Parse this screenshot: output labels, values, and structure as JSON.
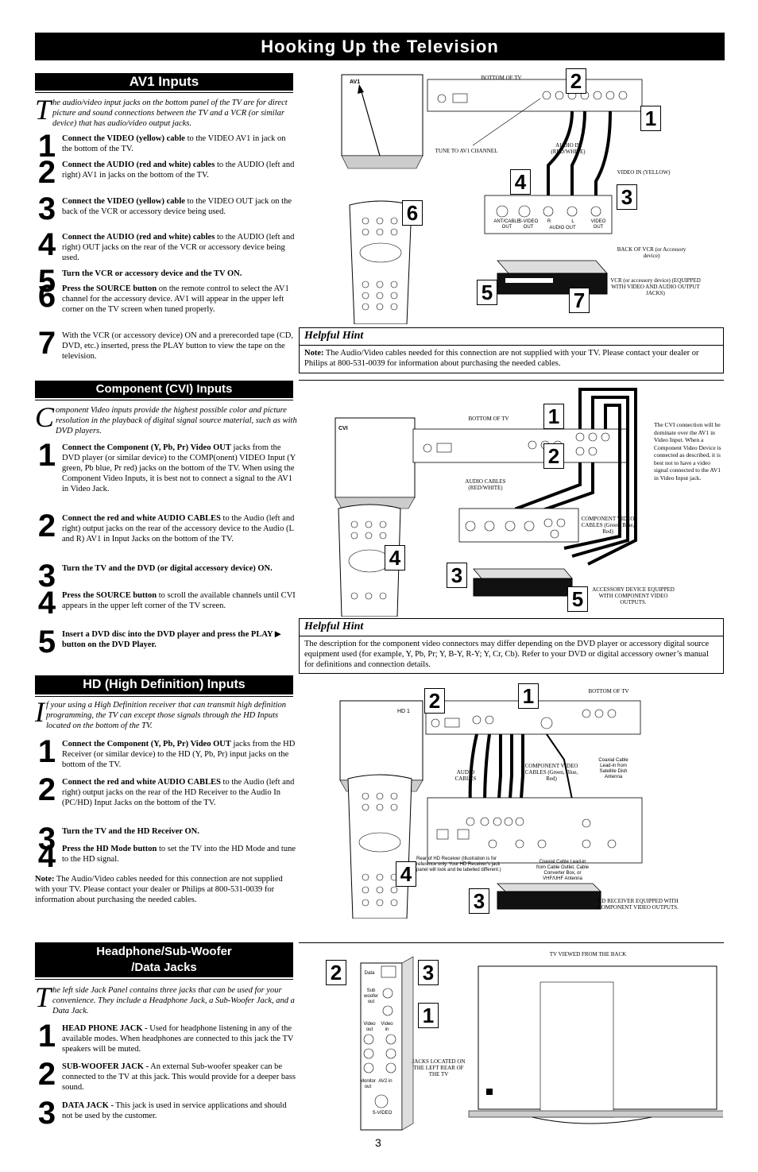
{
  "page_title": "Hooking Up the Television",
  "page_number": "3",
  "av1": {
    "heading": "AV1 Inputs",
    "intro_initial": "T",
    "intro": "he audio/video input jacks on the bottom panel of the TV are for direct picture and sound connections between the TV and a VCR (or similar device) that has audio/video output jacks.",
    "steps": [
      {
        "num": "1",
        "bold": "Connect the VIDEO (yellow) cable",
        "text": " to the VIDEO AV1 in jack on the bottom of the TV."
      },
      {
        "num": "2",
        "bold": "Connect the AUDIO (red and white) cables",
        "text": " to the AUDIO (left and right) AV1 in jacks on the bottom of the TV."
      },
      {
        "num": "3",
        "bold": "Connect the VIDEO (yellow) cable",
        "text": " to the VIDEO OUT jack on the back of the VCR or accessory device being used."
      },
      {
        "num": "4",
        "bold": "Connect the AUDIO (red and white) cables",
        "text": " to the AUDIO (left and right) OUT jacks on the rear of the VCR or accessory device being used."
      },
      {
        "num": "5",
        "bold": "Turn the VCR or accessory device and the TV ON.",
        "text": ""
      },
      {
        "num": "6",
        "bold": "Press the SOURCE button",
        "text": " on the remote control to select the AV1 channel for the accessory device. AV1 will appear in the upper left corner on the TV screen when tuned properly."
      },
      {
        "num": "7",
        "bold": "",
        "text": "With the VCR (or accessory device) ON and a prerecorded tape (CD, DVD, etc.) inserted, press the PLAY button to view the tape on the television."
      }
    ],
    "diagram": {
      "screen": "AV1",
      "bottom_of_tv": "BOTTOM OF TV",
      "tune": "TUNE TO AV1 CHANNEL",
      "audio_in": "AUDIO IN (RED/WHITE)",
      "video_in": "VIDEO IN (YELLOW)",
      "back_of_vcr": "BACK OF VCR (or Accessory device)",
      "vcr_note": "VCR (or accessory device) (EQUIPPED WITH VIDEO AND AUDIO OUTPUT JACKS)",
      "jack_labels": [
        "ANT/CABLE OUT",
        "S-VIDEO OUT",
        "R",
        "L",
        "AUDIO OUT",
        "VIDEO OUT"
      ]
    },
    "hint_title": "Helpful Hint",
    "hint_bold": "Note:",
    "hint_text": " The Audio/Video cables needed for this connection are not supplied with your TV. Please contact your dealer or Philips at 800-531-0039 for information about purchasing the needed cables."
  },
  "cvi": {
    "heading": "Component (CVI) Inputs",
    "intro_initial": "C",
    "intro": "omponent Video inputs provide the highest possible color and picture resolution in the playback of digital signal source material, such as with DVD players.",
    "steps": [
      {
        "num": "1",
        "bold": "Connect the Component (Y, Pb, Pr) Video OUT",
        "text": " jacks from the DVD player (or similar device) to the COMP(onent) VIDEO Input (Y green, Pb blue, Pr red) jacks on the bottom of the TV. When using the Component Video Inputs, it is best not to connect a signal to the AV1 in Video Jack."
      },
      {
        "num": "2",
        "bold": "Connect the red and white AUDIO CABLES",
        "text": " to the Audio (left and right) output jacks on the rear of the accessory device to the Audio (L and R) AV1 in Input Jacks on the bottom of the TV."
      },
      {
        "num": "3",
        "bold": "Turn the TV and the DVD (or digital accessory device) ON.",
        "text": ""
      },
      {
        "num": "4",
        "bold": "Press the SOURCE button",
        "text": " to scroll the available channels until CVI appears in the upper left corner of the TV screen."
      },
      {
        "num": "5",
        "bold": "",
        "text": "Insert a DVD disc into the DVD player and press the PLAY ▶ button on the DVD Player."
      }
    ],
    "diagram": {
      "screen": "CVI",
      "bottom_of_tv": "BOTTOM OF TV",
      "audio_cables": "AUDIO CABLES (RED/WHITE)",
      "component_cables": "COMPONENT VIDEO CABLES (Green, Blue, Red)",
      "accessory": "ACCESSORY DEVICE EQUIPPED WITH COMPONENT VIDEO OUTPUTS.",
      "side_note": "The CVI connection will be dominate over the AV1 in Video Input. When a Component Video Device is connected as described, it is best not to have a video signal connected to the AV1 in Video Input jack."
    },
    "hint_title": "Helpful Hint",
    "hint_text": "The description for the component video connectors may differ depending on the DVD player or accessory digital source equipment used (for example, Y, Pb, Pr; Y, B-Y, R-Y; Y, Cr, Cb). Refer to your DVD or digital accessory owner’s manual for definitions and connection details."
  },
  "hd": {
    "heading": "HD (High Definition) Inputs",
    "intro_initial": "I",
    "intro": "f your using a High Definition receiver that can transmit high definition programming, the TV can except those signals through the HD Inputs located on the bottom of the TV.",
    "steps": [
      {
        "num": "1",
        "bold": "Connect the Component (Y, Pb, Pr) Video OUT",
        "text": " jacks from the HD Receiver (or similar device) to the HD (Y, Pb, Pr) input jacks on the bottom of the TV."
      },
      {
        "num": "2",
        "bold": "Connect the red and white AUDIO CABLES",
        "text": " to the Audio (left and right) output jacks on the rear of the HD Receiver to the Audio In (PC/HD) Input Jacks on the bottom of the TV."
      },
      {
        "num": "3",
        "bold": "Turn the TV and the HD Receiver ON.",
        "text": ""
      },
      {
        "num": "4",
        "bold": "Press the HD Mode button",
        "text": " to set the TV into the HD Mode and tune to the HD signal."
      }
    ],
    "note_bold": "Note:",
    "note_text": " The Audio/Video cables needed for this connection are not supplied with your TV. Please contact your dealer or Philips at 800-531-0039 for information about purchasing the needed cables.",
    "diagram": {
      "screen": "HD 1",
      "bottom_of_tv": "BOTTOM OF TV",
      "audio_cables": "AUDIO CABLES",
      "component_cables": "COMPONENT VIDEO CABLES (Green, Blue, Red)",
      "coax_sat": "Coaxial Cable Lead-in from Satellite Dish Antenna",
      "rear_note": "Rear of HD Receiver (Illustration is for reference only. Your HD Receiver’s jack panel will look and be labelled different.)",
      "coax_cable": "Coaxial Cable Lead-in from Cable Outlet, Cable Converter Box, or VHF/UHF Antenna",
      "receiver": "HD RECEIVER EQUIPPED WITH COMPONENT VIDEO OUTPUTS."
    }
  },
  "headphone": {
    "heading_line1": "Headphone/Sub-Woofer",
    "heading_line2": "/Data Jacks",
    "intro_initial": "T",
    "intro": "he left side Jack Panel contains three jacks that can be used for your convenience. They include a Headphone Jack, a Sub-Woofer Jack, and a Data Jack.",
    "steps": [
      {
        "num": "1",
        "bold": "HEAD PHONE JACK -",
        "text": " Used for headphone listening in any of the available modes. When headphones are connected to this jack the TV speakers will be muted."
      },
      {
        "num": "2",
        "bold": "SUB-WOOFER JACK -",
        "text": " An external Sub-woofer speaker can be connected to the TV at this jack. This would provide for a deeper bass sound."
      },
      {
        "num": "3",
        "bold": "DATA JACK -",
        "text": " This jack is used in service applications and should not be used by the customer."
      }
    ],
    "diagram": {
      "tv_back": "TV VIEWED FROM THE BACK",
      "jacks_located": "JACKS LOCATED ON THE LEFT REAR OF THE TV",
      "panel_labels": [
        "Data",
        "Sub woofer out",
        "Video out",
        "Video in",
        "Monitor out",
        "AV2 in",
        "S-VIDEO"
      ]
    }
  },
  "colors": {
    "ink": "#000000",
    "paper": "#ffffff",
    "shade": "#d8d8d8"
  }
}
